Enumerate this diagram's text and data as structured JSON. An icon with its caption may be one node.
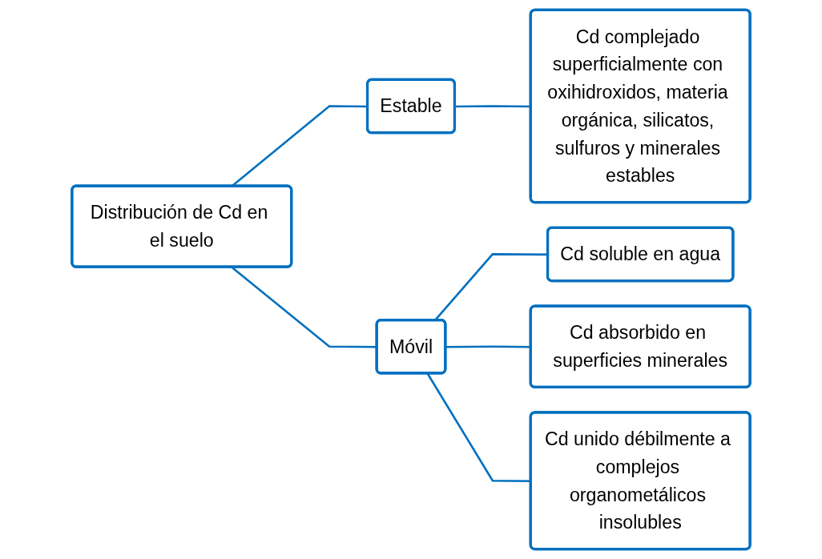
{
  "diagram": {
    "nodes": [
      {
        "text": [
          "Distribución de Cd en el suelo"
        ]
      },
      {
        "text": [
          "Estable"
        ]
      },
      {
        "text": [
          "Cd complejado superficialmente con oxihidroxidos, materia orgánica, silicatos, sulfuros y minerales estables"
        ]
      },
      {
        "text": [
          "Móvil"
        ]
      },
      {
        "text": [
          "Cd soluble en agua"
        ]
      },
      {
        "text": [
          "Cd absorbido en superficies minerales"
        ]
      },
      {
        "text": [
          "Cd unido débilmente a complejos organometálicos insolubles"
        ]
      }
    ],
    "edges": [
      {
        "from": 0,
        "to": 1,
        "arrow": "none"
      },
      {
        "from": 1,
        "to": 2,
        "arrow": "none"
      },
      {
        "from": 0,
        "to": 3,
        "arrow": "none"
      },
      {
        "from": 3,
        "to": 4,
        "arrow": "none"
      },
      {
        "from": 3,
        "to": 5,
        "arrow": "none"
      },
      {
        "from": 3,
        "to": 6,
        "arrow": "none"
      }
    ]
  }
}
